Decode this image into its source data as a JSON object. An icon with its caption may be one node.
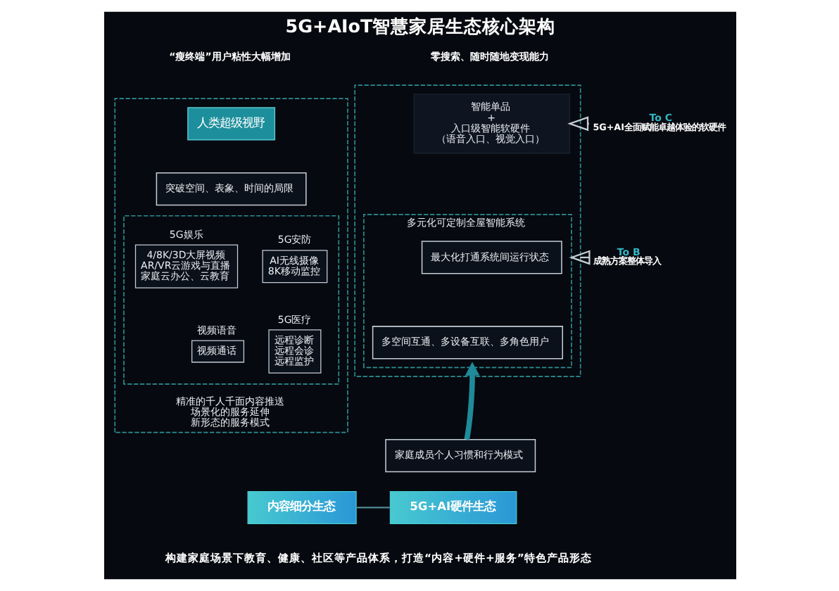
{
  "diagram": {
    "title": "5G+AIoT智慧家居生态核心架构",
    "nodes": [
      {
        "text": [
          "精准的千人千面内容推送",
          "场景化的服务延伸",
          "新形态的服务模式"
        ],
        "beside": [
          "“瘦终端”用户粘性大幅增加"
        ]
      },
      {
        "text": [
          "人类超级视野"
        ],
        "in": 0
      },
      {
        "text": [
          "突破空间、表象、时间的局限"
        ],
        "in": 0
      },
      {
        "text": [],
        "shape": "box",
        "in": 0
      },
      {
        "text": [
          "5G娱乐",
          "4/8K/3D大屏视频",
          "AR/VR云游戏与直播",
          "家庭云办公、云教育"
        ],
        "in": 3
      },
      {
        "text": [
          "5G安防",
          "AI无线摄像",
          "8K移动监控"
        ],
        "in": 3
      },
      {
        "text": [
          "视频语音",
          "视频通话"
        ],
        "in": 3
      },
      {
        "text": [
          "5G医疗",
          "远程诊断",
          "远程会诊",
          "远程监护"
        ],
        "in": 3
      },
      {
        "text": [],
        "shape": "box",
        "beside": [
          "零搜索、随时随地变现能力"
        ]
      },
      {
        "text": [
          "智能单品",
          "+",
          "入口级智能软硬件",
          "（语音入口、视觉入口）"
        ],
        "in": 8
      },
      {
        "text": [
          "多元化可定制全屋智能系统"
        ],
        "in": 8
      },
      {
        "text": [
          "最大化打通系统间运行状态"
        ],
        "in": 10
      },
      {
        "text": [
          "多空间互通、多设备互联、多角色用户"
        ],
        "in": 10
      },
      {
        "text": [
          "To C",
          "5G+AI全面赋能卓越体验的软硬件"
        ]
      },
      {
        "text": [
          "To B",
          "成熟方案整体导入"
        ]
      },
      {
        "text": [
          "家庭成员个人习惯和行为模式"
        ]
      },
      {
        "text": [
          "内容细分生态"
        ]
      },
      {
        "text": [
          "5G+AI硬件生态"
        ]
      }
    ],
    "edges": [
      {
        "from": 13,
        "to": 9,
        "arrow": "to"
      },
      {
        "from": 14,
        "to": 10,
        "arrow": "to"
      },
      {
        "from": 15,
        "to": 10,
        "arrow": "to",
        "style": "thick",
        "color": "#1f8a99"
      },
      {
        "from": 16,
        "to": 17,
        "arrow": "none",
        "color": "#4f8a93"
      }
    ],
    "labels": [
      "构建家庭场景下教育、健康、社区等产品体系，打造“内容+硬件+服务”特色产品形态"
    ]
  }
}
